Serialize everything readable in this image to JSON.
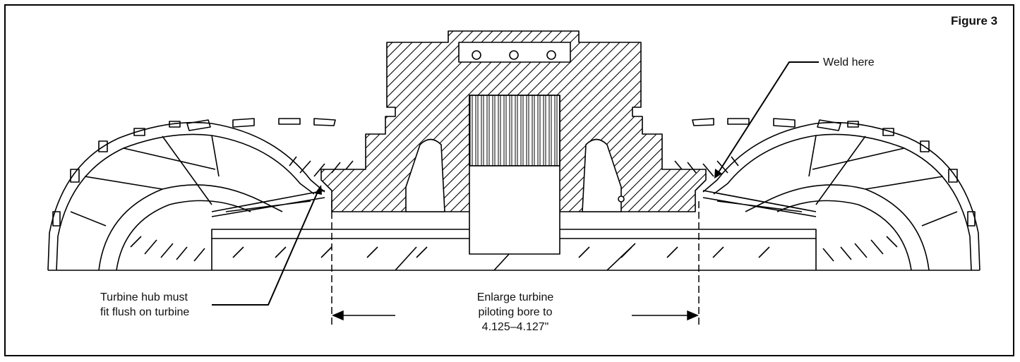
{
  "figure_label": "Figure 3",
  "callouts": {
    "weld": "Weld here",
    "hub_line1": "Turbine hub must",
    "hub_line2": "fit flush on turbine",
    "bore_line1": "Enlarge turbine",
    "bore_line2": "piloting bore to",
    "bore_line3": "4.125–4.127\""
  }
}
